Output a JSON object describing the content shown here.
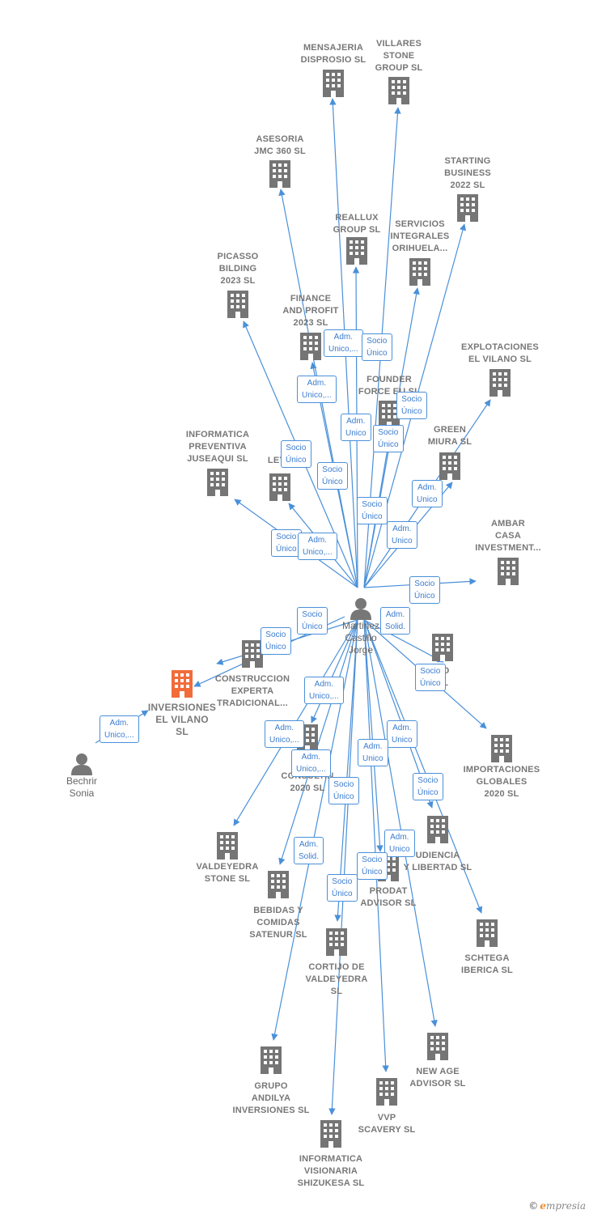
{
  "center": {
    "name": "Martinez Castillo Jorge",
    "lines": [
      "Martinez",
      "Castillo",
      "Jorge"
    ]
  },
  "focus": {
    "name": "INVERSIONES EL VILANO SL",
    "lines": [
      "INVERSIONES",
      "EL VILANO",
      "SL"
    ]
  },
  "other_person": {
    "name": "Bechrir Sonia",
    "lines": [
      "Bechrir",
      "Sonia"
    ]
  },
  "companies": [
    {
      "id": "mensajeria",
      "lines": [
        "MENSAJERIA",
        "DISPROSIO  SL"
      ]
    },
    {
      "id": "villares",
      "lines": [
        "VILLARES",
        "STONE",
        "GROUP  SL"
      ]
    },
    {
      "id": "asesoria",
      "lines": [
        "ASESORIA",
        "JMC 360  SL"
      ]
    },
    {
      "id": "starting",
      "lines": [
        "STARTING",
        "BUSINESS",
        "2022  SL"
      ]
    },
    {
      "id": "reallux",
      "lines": [
        "REALLUX",
        "GROUP  SL"
      ]
    },
    {
      "id": "servicios",
      "lines": [
        "SERVICIOS",
        "INTEGRALES",
        "ORIHUELA..."
      ]
    },
    {
      "id": "picasso",
      "lines": [
        "PICASSO",
        "BILDING",
        "2023  SL"
      ]
    },
    {
      "id": "finance",
      "lines": [
        "FINANCE",
        "AND PROFIT",
        "2023  SL"
      ]
    },
    {
      "id": "explotaciones",
      "lines": [
        "EXPLOTACIONES",
        "EL VILANO  SL"
      ]
    },
    {
      "id": "founder",
      "lines": [
        "FOUNDER",
        "FORCE EU  SL"
      ]
    },
    {
      "id": "informatica-prev",
      "lines": [
        "INFORMATICA",
        "PREVENTIVA",
        "JUSEAQUI  SL"
      ]
    },
    {
      "id": "leyb",
      "lines": [
        "LEYB"
      ]
    },
    {
      "id": "green",
      "lines": [
        "GREEN",
        "MIURA  SL"
      ]
    },
    {
      "id": "ambar",
      "lines": [
        "AMBAR",
        "CASA",
        "INVESTMENT..."
      ]
    },
    {
      "id": "construccion",
      "lines": [
        "CONSTRUCCION",
        "EXPERTA",
        "TRADICIONAL..."
      ]
    },
    {
      "id": "no",
      "lines": [
        "NO",
        "SL"
      ]
    },
    {
      "id": "consulting",
      "lines": [
        "CONSULTIN",
        "2020  SL"
      ]
    },
    {
      "id": "importaciones",
      "lines": [
        "IMPORTACIONES",
        "GLOBALES",
        "2020  SL"
      ]
    },
    {
      "id": "valdeyedra",
      "lines": [
        "VALDEYEDRA",
        "STONE  SL"
      ]
    },
    {
      "id": "audiencia",
      "lines": [
        "UDIENCIA",
        "Y LIBERTAD  SL"
      ]
    },
    {
      "id": "bebidas",
      "lines": [
        "BEBIDAS Y",
        "COMIDAS",
        "SATENUR  SL"
      ]
    },
    {
      "id": "prodat",
      "lines": [
        "PRODAT",
        "ADVISOR  SL"
      ]
    },
    {
      "id": "schtega",
      "lines": [
        "SCHTEGA",
        "IBERICA  SL"
      ]
    },
    {
      "id": "cortijo",
      "lines": [
        "CORTIJO DE",
        "VALDEYEDRA",
        "SL"
      ]
    },
    {
      "id": "new-age",
      "lines": [
        "NEW AGE",
        "ADVISOR  SL"
      ]
    },
    {
      "id": "grupo",
      "lines": [
        "GRUPO",
        "ANDILYA",
        "INVERSIONES SL"
      ]
    },
    {
      "id": "vvp",
      "lines": [
        "VVP",
        "SCAVERY  SL"
      ]
    },
    {
      "id": "informatica-vis",
      "lines": [
        "INFORMATICA",
        "VISIONARIA",
        "SHIZUKESA  SL"
      ]
    }
  ],
  "relations": [
    {
      "id": "r1",
      "lines": [
        "Adm.",
        "Unico,..."
      ]
    },
    {
      "id": "r2",
      "lines": [
        "Socio",
        "Único"
      ]
    },
    {
      "id": "r3",
      "lines": [
        "Adm.",
        "Unico,..."
      ]
    },
    {
      "id": "r4",
      "lines": [
        "Socio",
        "Único"
      ]
    },
    {
      "id": "r5",
      "lines": [
        "Adm.",
        "Unico"
      ]
    },
    {
      "id": "r6",
      "lines": [
        "Socio",
        "Único"
      ]
    },
    {
      "id": "r7",
      "lines": [
        "Socio",
        "Único"
      ]
    },
    {
      "id": "r8",
      "lines": [
        "Socio",
        "Único"
      ]
    },
    {
      "id": "r9",
      "lines": [
        "Adm.",
        "Unico"
      ]
    },
    {
      "id": "r10",
      "lines": [
        "Socio",
        "Único"
      ]
    },
    {
      "id": "r11",
      "lines": [
        "Adm.",
        "Unico"
      ]
    },
    {
      "id": "r12",
      "lines": [
        "Socio",
        "Único"
      ]
    },
    {
      "id": "r13",
      "lines": [
        "Adm.",
        "Unico,..."
      ]
    },
    {
      "id": "r14",
      "lines": [
        "Socio",
        "Único"
      ]
    },
    {
      "id": "r15",
      "lines": [
        "Socio",
        "Único"
      ]
    },
    {
      "id": "r16",
      "lines": [
        "Adm.",
        "Solid."
      ]
    },
    {
      "id": "r17",
      "lines": [
        "Socio",
        "Único"
      ]
    },
    {
      "id": "r18",
      "lines": [
        "Socio",
        "Único"
      ]
    },
    {
      "id": "r19",
      "lines": [
        "Adm.",
        "Unico,..."
      ]
    },
    {
      "id": "r20",
      "lines": [
        "Adm.",
        "Unico,..."
      ]
    },
    {
      "id": "r21",
      "lines": [
        "Adm.",
        "Unico,..."
      ]
    },
    {
      "id": "r22",
      "lines": [
        "Adm.",
        "Unico,..."
      ]
    },
    {
      "id": "r23",
      "lines": [
        "Adm.",
        "Unico"
      ]
    },
    {
      "id": "r24",
      "lines": [
        "Adm.",
        "Unico"
      ]
    },
    {
      "id": "r25",
      "lines": [
        "Socio",
        "Único"
      ]
    },
    {
      "id": "r26",
      "lines": [
        "Socio",
        "Único"
      ]
    },
    {
      "id": "r27",
      "lines": [
        "Adm.",
        "Solid."
      ]
    },
    {
      "id": "r28",
      "lines": [
        "Adm.",
        "Unico"
      ]
    },
    {
      "id": "r29",
      "lines": [
        "Socio",
        "Único"
      ]
    },
    {
      "id": "r30",
      "lines": [
        "Socio",
        "Único"
      ]
    }
  ],
  "colors": {
    "edge": "#4a90d9",
    "building": "#757575",
    "focus_building": "#f26c3a",
    "person": "#777777"
  },
  "footer": {
    "copyright": "©",
    "brand_initial": "e",
    "brand_rest": "mpresia"
  }
}
